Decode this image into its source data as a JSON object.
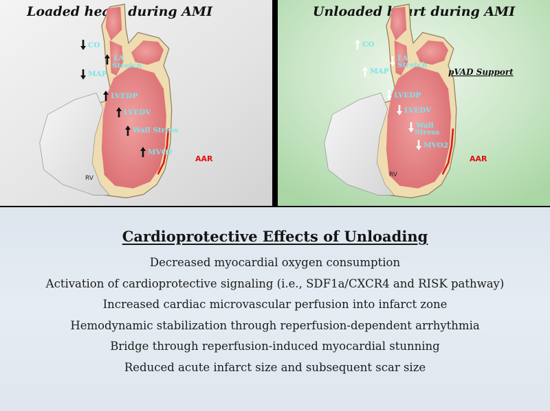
{
  "left_panel": {
    "title": "Loaded heart during AMI",
    "aar": "AAR",
    "rv": "RV",
    "labels": [
      {
        "text": "CO",
        "direction": "down"
      },
      {
        "text": "MAP",
        "direction": "down"
      },
      {
        "text": "LA",
        "direction": "up"
      },
      {
        "text": "Stretch",
        "direction": "none"
      },
      {
        "text": "LVEDP",
        "direction": "up"
      },
      {
        "text": "LVEDV",
        "direction": "up"
      },
      {
        "text": "Wall Stress",
        "direction": "up"
      },
      {
        "text": "MVO2",
        "direction": "up"
      }
    ],
    "arrow_color": "#111111"
  },
  "right_panel": {
    "title": "Unloaded heart during AMI",
    "support": "pVAD Support",
    "aar": "AAR",
    "rv": "RV",
    "labels": [
      {
        "text": "CO",
        "direction": "up"
      },
      {
        "text": "MAP",
        "direction": "up"
      },
      {
        "text": "LA",
        "direction": "down"
      },
      {
        "text": "Stretch",
        "direction": "none"
      },
      {
        "text": "LVEDP",
        "direction": "down"
      },
      {
        "text": "LVEDV",
        "direction": "down"
      },
      {
        "text": "Wall",
        "direction": "down"
      },
      {
        "text": "Stress",
        "direction": "none"
      },
      {
        "text": "MVO2",
        "direction": "down"
      }
    ],
    "arrow_color": "#ffffff"
  },
  "bottom": {
    "heading": "Cardioprotective Effects of Unloading",
    "effects": [
      "Decreased myocardial oxygen consumption",
      "Activation of cardioprotective signaling (i.e., SDF1a/CXCR4 and RISK pathway)",
      "Increased cardiac microvascular perfusion into infarct zone",
      "Hemodynamic stabilization through reperfusion-dependent arrhythmia",
      "Bridge through reperfusion-induced myocardial stunning",
      "Reduced acute infarct size and subsequent scar size"
    ]
  },
  "colors": {
    "left_bg": "#e4e4e4",
    "right_bg": "#c9e6c7",
    "myocardium": "#efdcb0",
    "cavity": "#e0787a",
    "aar": "#d81818",
    "label": "#7fe3ea"
  }
}
